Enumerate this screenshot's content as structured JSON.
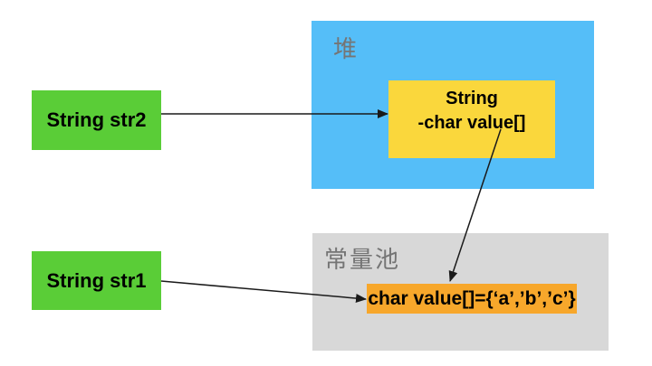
{
  "diagram": {
    "regions": {
      "heap": {
        "label": "堆"
      },
      "constant_pool": {
        "label": "常量池"
      }
    },
    "nodes": {
      "str2": {
        "label": "String str2"
      },
      "str1": {
        "label": "String str1"
      },
      "string_object": {
        "line1": "String",
        "line2": "-char value[]"
      },
      "char_array_literal": {
        "label": "char value[]={‘a’,’b’,’c’}"
      }
    },
    "arrows": [
      {
        "name": "str2-to-string-object",
        "from": "String str2",
        "to": "String -char value[]"
      },
      {
        "name": "string-object-to-char-array",
        "from": "String -char value[]",
        "to": "char value[]={‘a’,’b’,’c’}"
      },
      {
        "name": "str1-to-char-array",
        "from": "String str1",
        "to": "char value[]={‘a’,’b’,’c’}"
      }
    ]
  },
  "colors": {
    "background": "#ffffff",
    "blue": "#55bef8",
    "gray-region": "#d8d8d8",
    "green": "#5acd37",
    "yellow": "#fad73c",
    "orange": "#f7a72b",
    "region-label": "#757575",
    "text": "#000000",
    "arrow": "#1a1a1a"
  }
}
